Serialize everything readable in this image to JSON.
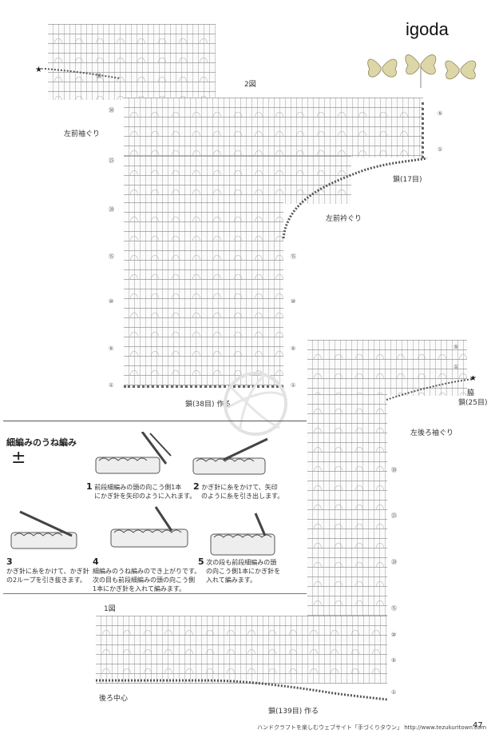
{
  "brand": "igoda",
  "diagram2": {
    "title": "2図",
    "sleeve_label": "左前袖ぐり",
    "neck_label": "左前衿ぐり",
    "chain_top": "鎖(17目)",
    "chain_bottom": "鎖(38目) 作る",
    "row_left": [
      "㉚",
      "㉕",
      "⑳",
      "⑮",
      "⑩",
      "⑤",
      "①"
    ],
    "row_right_top": [
      "⑤",
      "①"
    ],
    "row_right": [
      "⑮",
      "⑩",
      "⑤",
      "①"
    ],
    "row_top": "㉞"
  },
  "diagram1": {
    "title": "1図",
    "sleeve_label": "左後ろ袖ぐり",
    "side_label": "左脇",
    "chain_side": "鎖(25目)",
    "center_label": "後ろ中心",
    "chain_bottom": "鎖(139目) 作る",
    "row_right": [
      "⑤",
      "①",
      "㉚",
      "㉕",
      "⑳",
      "⑮",
      "⑩",
      "⑤",
      "①"
    ]
  },
  "tutorial": {
    "title": "細編みのうね編み",
    "symbol": "±",
    "steps": [
      {
        "num": "1",
        "text": [
          "前段細編みの頭の向こう側1本",
          "にかぎ針を矢印のように入れます。"
        ]
      },
      {
        "num": "2",
        "text": [
          "かぎ針に糸をかけて、矢印",
          "のように糸を引き出します。"
        ]
      },
      {
        "num": "3",
        "text": [
          "かぎ針に糸をかけて、かぎ針",
          "の2ループを引き抜きます。"
        ]
      },
      {
        "num": "4",
        "text": [
          "細編みのうね編みのでき上がりです。",
          "次の目も前段細編みの頭の向こう側",
          "1本にかぎ針を入れて編みます。"
        ]
      },
      {
        "num": "5",
        "text": [
          "次の段も前段細編みの頭",
          "の向こう側1本にかぎ針を",
          "入れて編みます。"
        ]
      }
    ]
  },
  "footer": {
    "text": "ハンドクラフトを楽しむウェブサイト「手づくりタウン」 http://www.tezukuritown.com",
    "page": "47"
  }
}
